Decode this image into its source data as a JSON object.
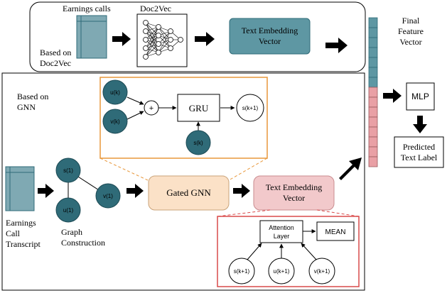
{
  "colors": {
    "teal": "#2f6b78",
    "teal_light": "#5e97a3",
    "teal_box": "#7fa9b3",
    "peach": "#fbe1c7",
    "pink": "#f2c9cb",
    "pink_cell": "#e9a0a5",
    "orange_border": "#e8973a",
    "red_border": "#d94a4a"
  },
  "top_panel": {
    "earnings_calls_label": "Earnings calls",
    "doc2vec_title": "Doc2Vec",
    "based_on_line1": "Based on",
    "based_on_line2": "Doc2Vec",
    "text_embedding_line1": "Text Embedding",
    "text_embedding_line2": "Vector"
  },
  "final_feature": {
    "line1": "Final",
    "line2": "Feature",
    "line3": "Vector"
  },
  "mlp_label": "MLP",
  "predicted": {
    "line1": "Predicted",
    "line2": "Text Label"
  },
  "bottom_panel": {
    "based_on_line1": "Based on",
    "based_on_line2": "GNN",
    "transcript_line1": "Earnings",
    "transcript_line2": "Call",
    "transcript_line3": "Transcript",
    "graph_line1": "Graph",
    "graph_line2": "Construction",
    "node_s1": "s(1)",
    "node_u1": "u(1)",
    "node_v1": "v(1)",
    "gated_gnn_label": "Gated GNN",
    "text_embedding_line1": "Text Embedding",
    "text_embedding_line2": "Vector"
  },
  "gru_detail": {
    "node_uk": "u(k)",
    "node_vk": "v(k)",
    "plus": "+",
    "gru_label": "GRU",
    "node_sk1": "s(k+1)",
    "node_sk": "s(k)"
  },
  "attention_detail": {
    "attention_line1": "Attention",
    "attention_line2": "Layer",
    "mean_label": "MEAN",
    "node_s": "s(k+1)",
    "node_u": "u(k+1)",
    "node_v": "v(k+1)"
  }
}
